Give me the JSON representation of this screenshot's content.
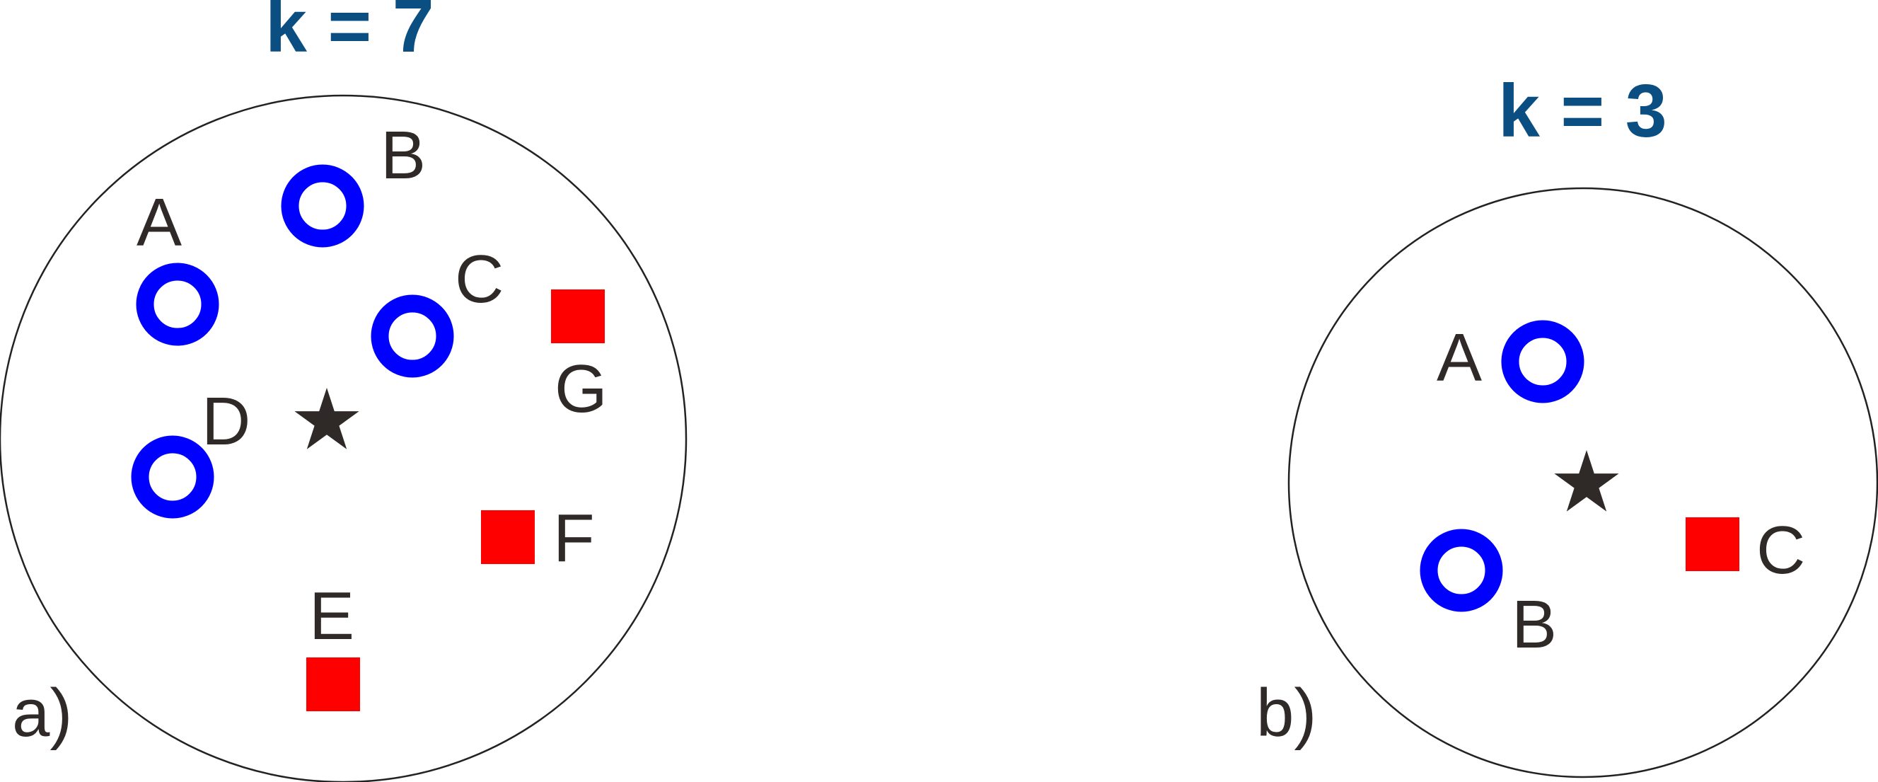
{
  "panels": [
    {
      "id": "a",
      "label": "a)",
      "title": "k = 7",
      "colors": {
        "circle": "#0000ff",
        "square": "#ff0000",
        "star": "#2f2a28"
      },
      "points": [
        {
          "name": "A",
          "shape": "blue-ring"
        },
        {
          "name": "B",
          "shape": "blue-ring"
        },
        {
          "name": "C",
          "shape": "blue-ring"
        },
        {
          "name": "D",
          "shape": "blue-ring"
        },
        {
          "name": "E",
          "shape": "red-square"
        },
        {
          "name": "F",
          "shape": "red-square"
        },
        {
          "name": "G",
          "shape": "red-square"
        }
      ],
      "query": "star-icon"
    },
    {
      "id": "b",
      "label": "b)",
      "title": "k = 3",
      "colors": {
        "circle": "#0000ff",
        "square": "#ff0000",
        "star": "#2f2a28"
      },
      "points": [
        {
          "name": "A",
          "shape": "blue-ring"
        },
        {
          "name": "B",
          "shape": "blue-ring"
        },
        {
          "name": "C",
          "shape": "red-square"
        }
      ],
      "query": "star-icon"
    }
  ]
}
